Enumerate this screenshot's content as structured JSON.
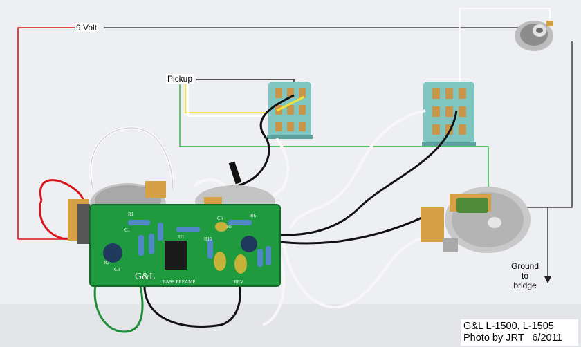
{
  "labels": {
    "nine_volt": "9 Volt",
    "pickup": "Pickup",
    "ground_line1": "Ground",
    "ground_line2": "to",
    "ground_line3": "bridge"
  },
  "caption": {
    "line1": "G&L L-1500, L-1505",
    "line2": "Photo by JRT   6/2011"
  },
  "pcb": {
    "brand": "G&L",
    "board_name": "BASS PREAMP",
    "silkscreen": [
      "R1",
      "R2",
      "C1",
      "C3",
      "U1",
      "R10",
      "C5",
      "R5",
      "R6",
      "REV"
    ]
  },
  "colors": {
    "red_wire": "#d8161b",
    "black_wire": "#111111",
    "green_wire": "#1eb43c",
    "yellow_wire": "#f2e23a",
    "white_wire": "#f7f7f7",
    "pcb_green": "#1f9a3e",
    "switch_blue": "#7fc6c1"
  }
}
